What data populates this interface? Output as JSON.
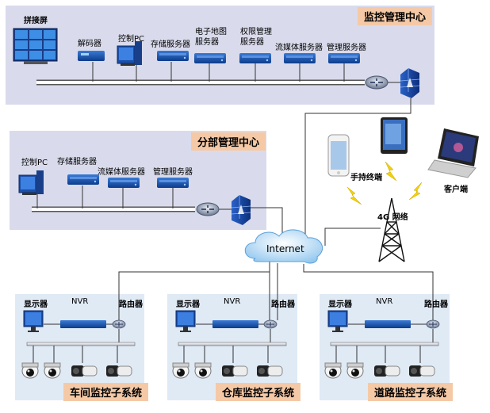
{
  "center": {
    "title": "监控管理中心",
    "labels": {
      "videowall": "拼接屏",
      "decoder": "解码器",
      "control_pc": "控制PC",
      "storage_server": "存储服务器",
      "map_server": "电子地图服务器",
      "auth_server": "权限管理服务器",
      "stream_server": "流媒体服务器",
      "mgmt_server": "管理服务器"
    }
  },
  "branch": {
    "title": "分部管理中心",
    "labels": {
      "control_pc": "控制PC",
      "storage_server": "存储服务器",
      "stream_server": "流媒体服务器",
      "mgmt_server": "管理服务器"
    }
  },
  "network": {
    "internet": "Internet",
    "mobile_terminal": "手持终端",
    "client": "客户端",
    "network_4g": "4G 网络"
  },
  "subsystems": [
    {
      "title": "车间监控子系统",
      "monitor": "显示器",
      "nvr": "NVR",
      "router": "路由器"
    },
    {
      "title": "仓库监控子系统",
      "monitor": "显示器",
      "nvr": "NVR",
      "router": "路由器"
    },
    {
      "title": "道路监控子系统",
      "monitor": "显示器",
      "nvr": "NVR",
      "router": "路由器"
    }
  ]
}
